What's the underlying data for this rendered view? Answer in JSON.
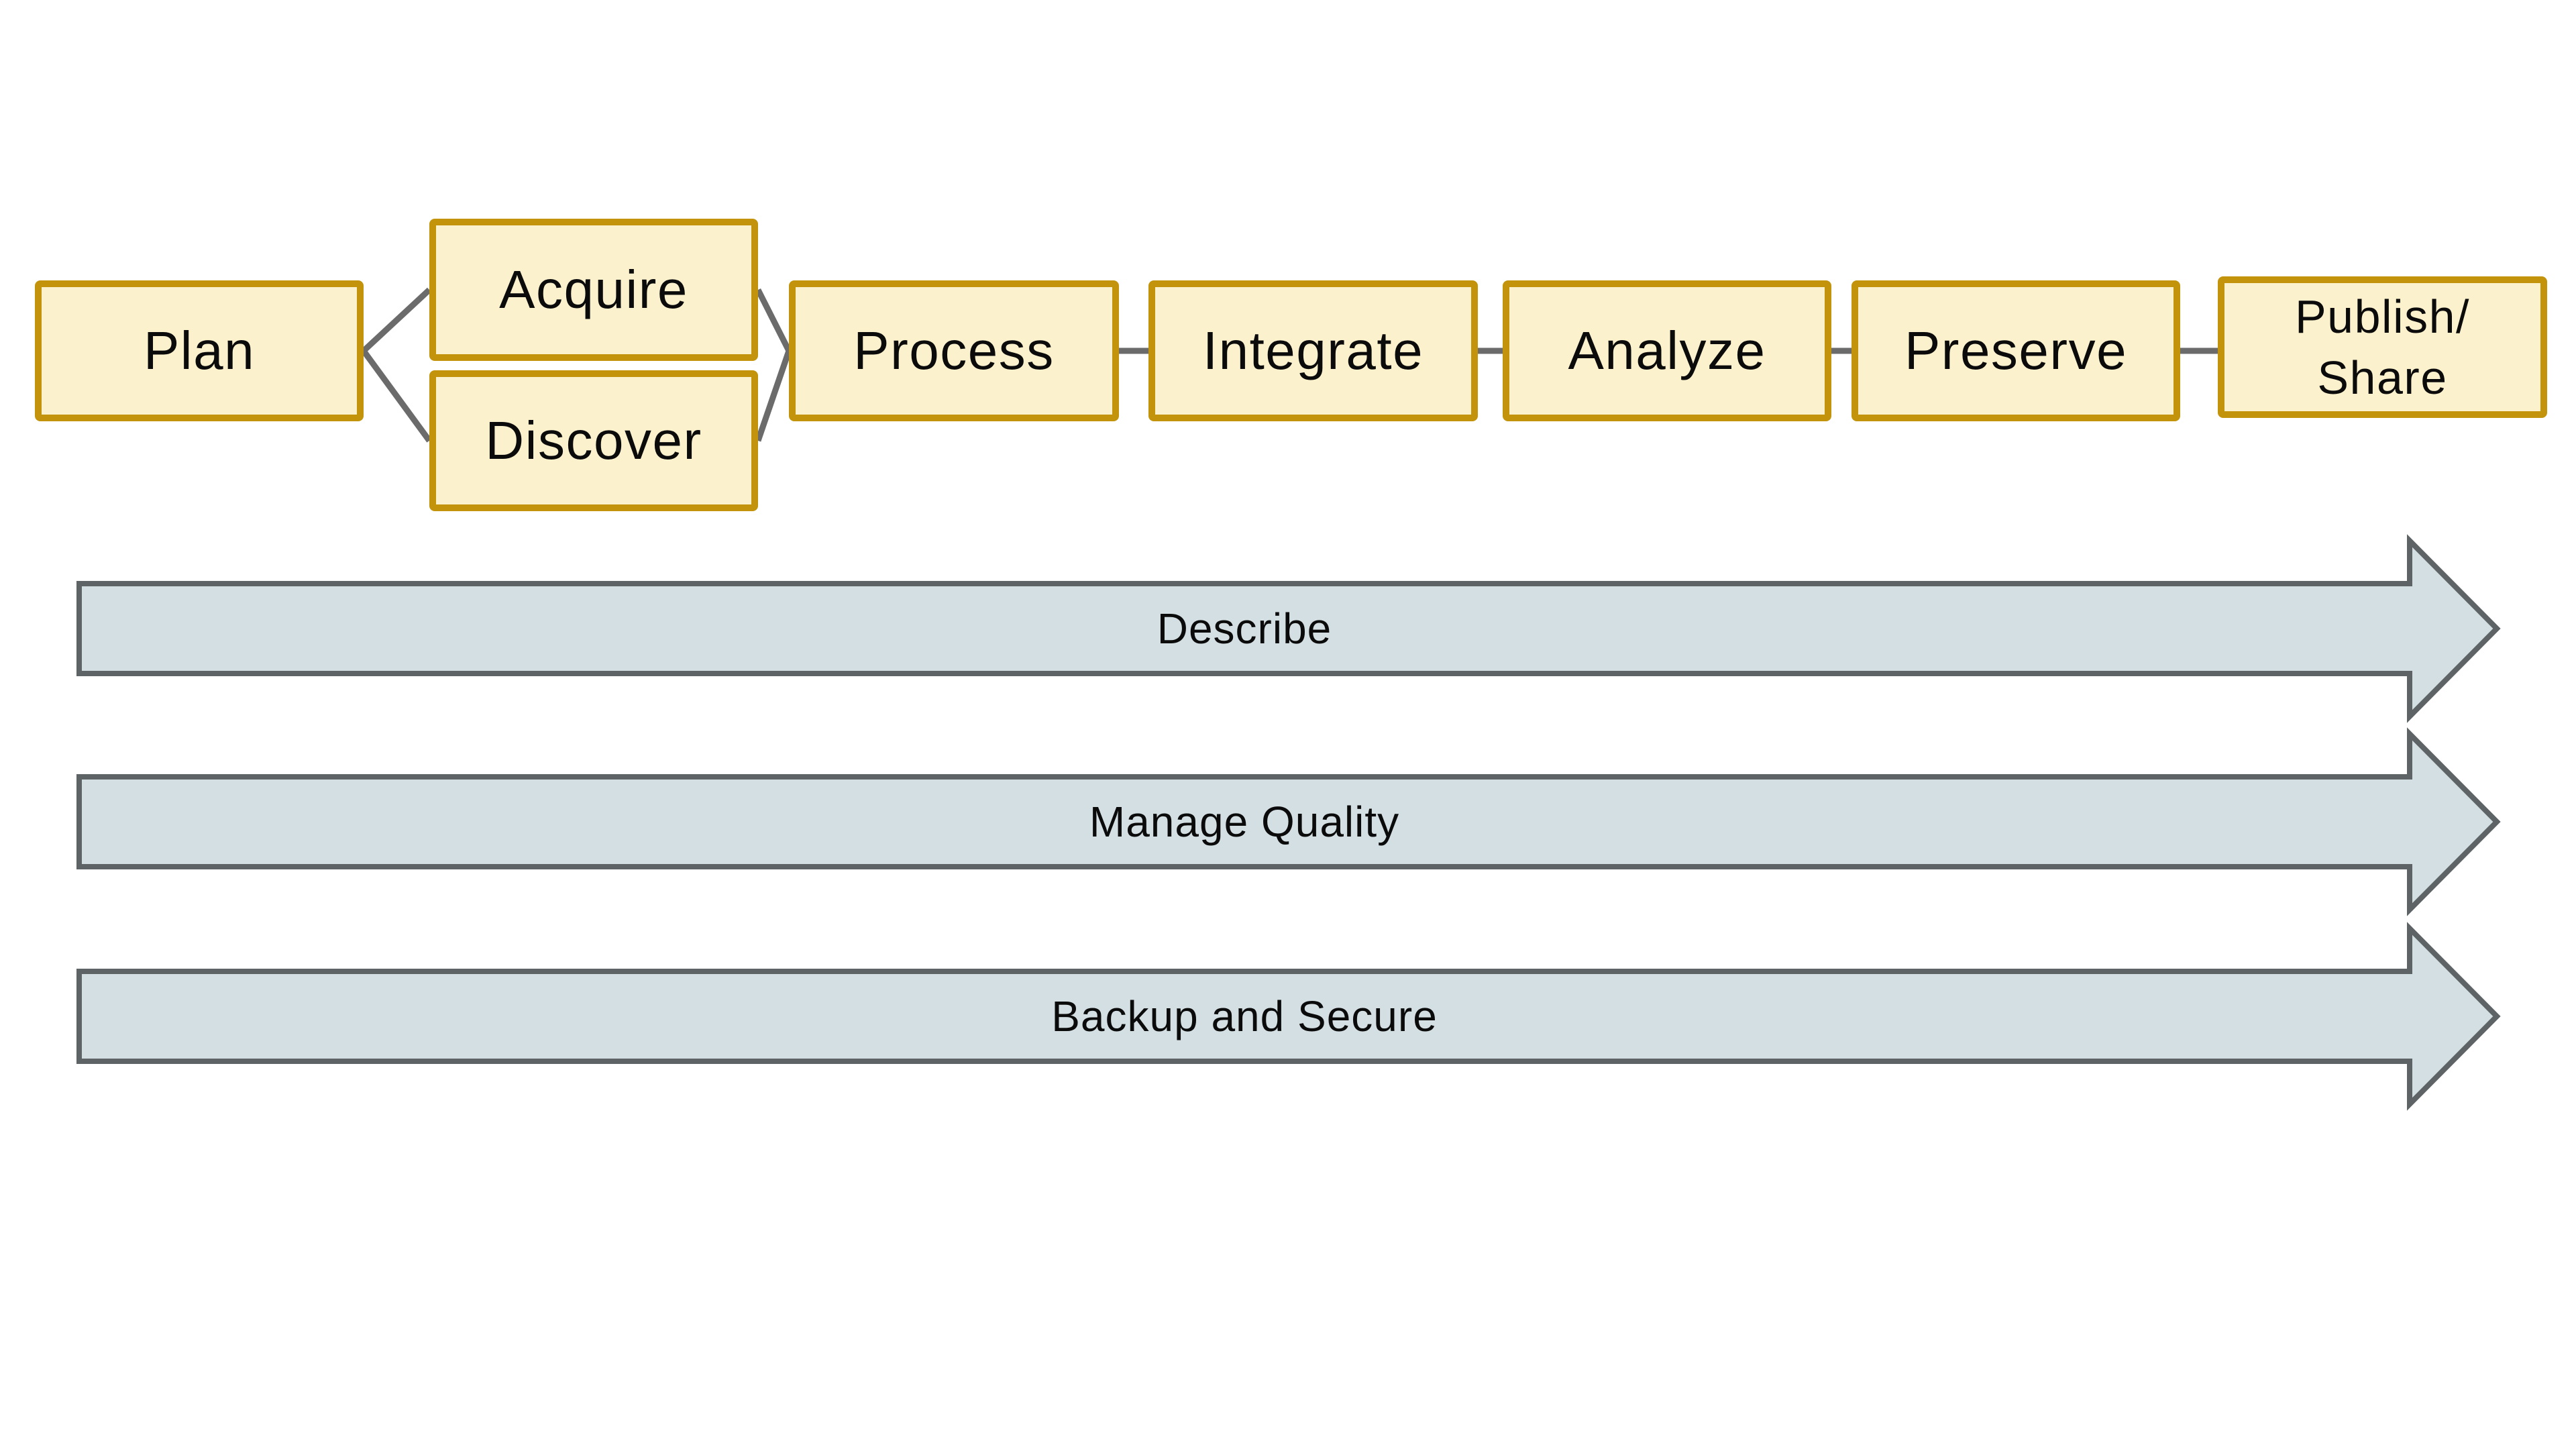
{
  "diagram": {
    "stages": [
      {
        "id": "plan",
        "label": "Plan"
      },
      {
        "id": "acquire",
        "label": "Acquire"
      },
      {
        "id": "discover",
        "label": "Discover"
      },
      {
        "id": "process",
        "label": "Process"
      },
      {
        "id": "integrate",
        "label": "Integrate"
      },
      {
        "id": "analyze",
        "label": "Analyze"
      },
      {
        "id": "preserve",
        "label": "Preserve"
      },
      {
        "id": "publish_share",
        "label": "Publish/",
        "label2": "Share"
      }
    ],
    "bands": [
      {
        "id": "describe",
        "label": "Describe"
      },
      {
        "id": "manage_quality",
        "label": "Manage Quality"
      },
      {
        "id": "backup_and_secure",
        "label": "Backup and Secure"
      }
    ],
    "colors": {
      "background": "#FFFFFF",
      "stage_fill": "#FCF1CD",
      "stage_border": "#C2930B",
      "band_fill": "#D3DFE3",
      "band_border": "#5E6366",
      "connector": "#6B6B6B",
      "text": "#0B0B0B"
    }
  }
}
